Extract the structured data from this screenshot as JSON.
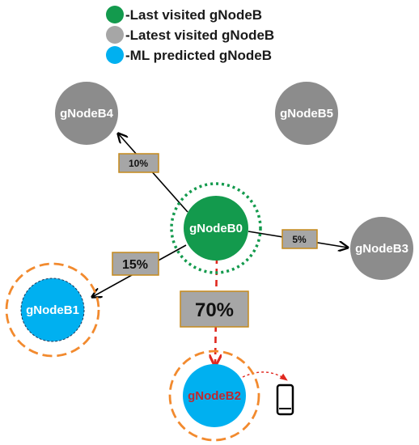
{
  "colors": {
    "last_visited": "#139a4d",
    "latest_visited": "#a6a6a6",
    "ml_predicted": "#00b0f0",
    "node_gray": "#8c8c8c",
    "box_fill": "#a6a6a6",
    "box_border": "#c58a1c",
    "ring_orange": "#f28a2e",
    "ring_green": "#139a4d",
    "arrow_red": "#e0281f"
  },
  "legend": [
    {
      "label": "-Last visited gNodeB",
      "color": "#139a4d"
    },
    {
      "label": "-Latest visited gNodeB",
      "color": "#a6a6a6"
    },
    {
      "label": "-ML predicted gNodeB",
      "color": "#00b0f0"
    }
  ],
  "nodes": {
    "b0": "gNodeB0",
    "b1": "gNodeB1",
    "b2": "gNodeB2",
    "b3": "gNodeB3",
    "b4": "gNodeB4",
    "b5": "gNodeB5"
  },
  "percentages": {
    "to_b4": "10%",
    "to_b3": "5%",
    "to_b1": "15%",
    "to_b2": "70%"
  },
  "icons": {
    "device": "mobile-phone-icon"
  }
}
